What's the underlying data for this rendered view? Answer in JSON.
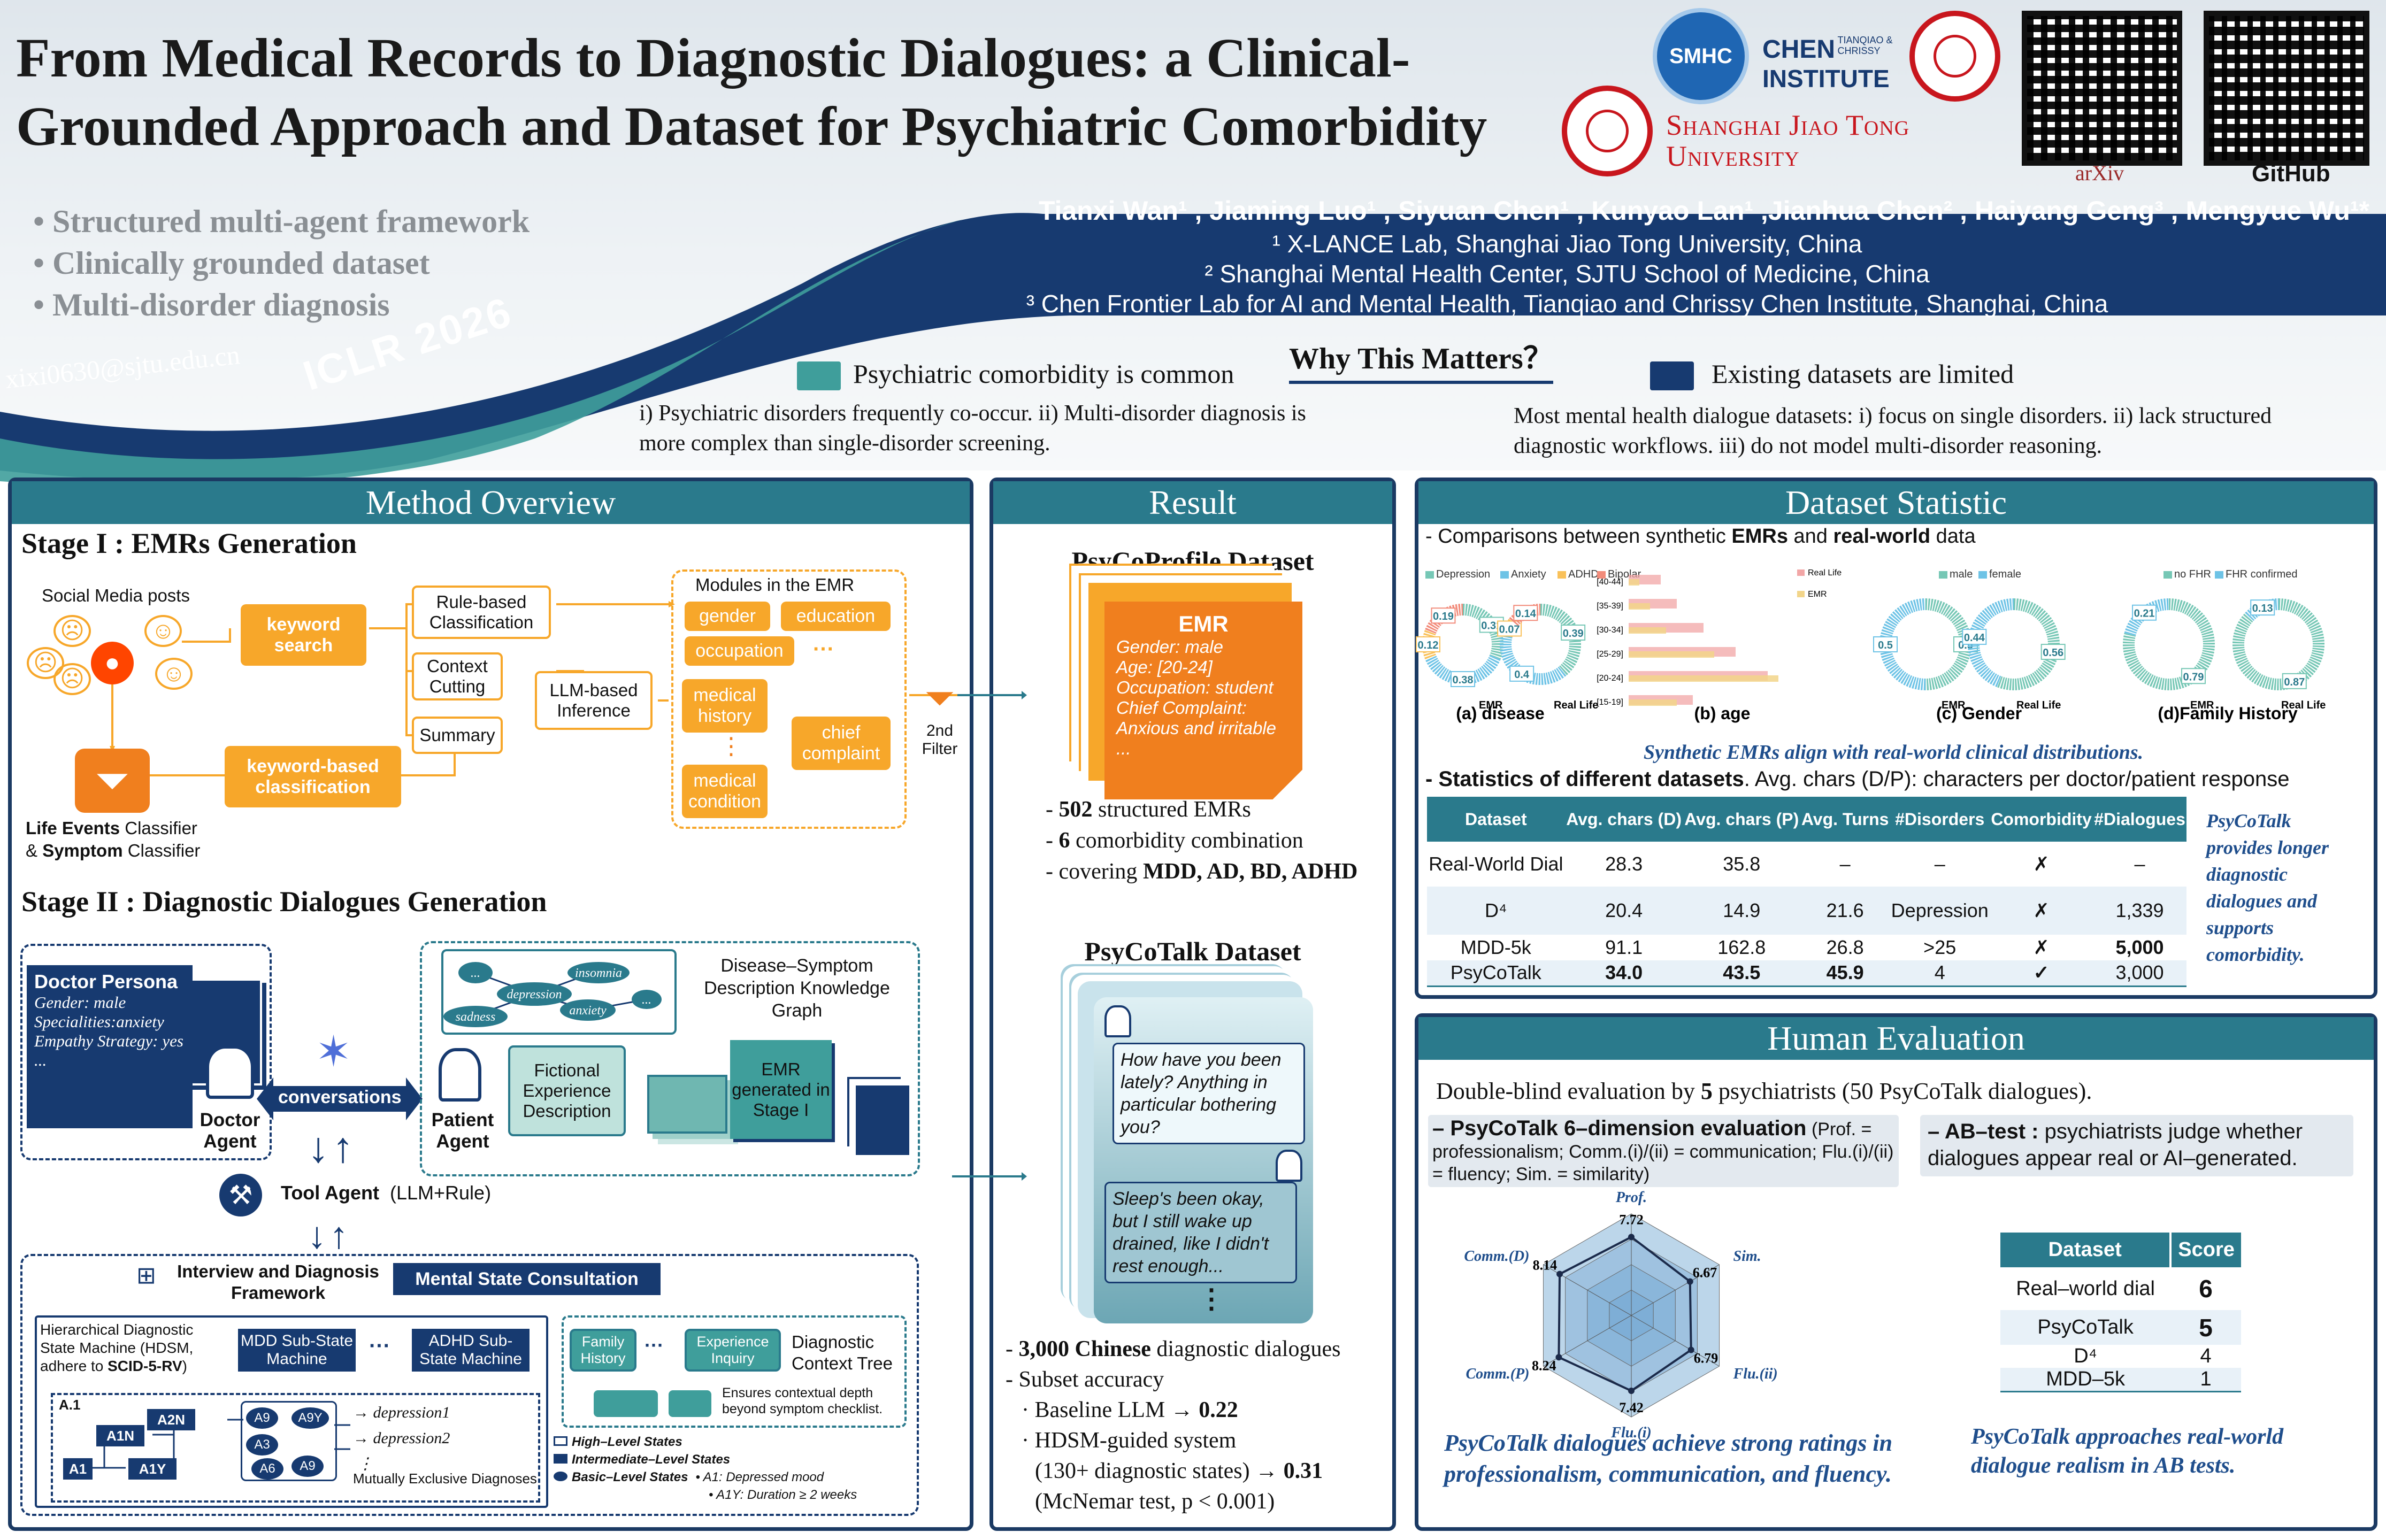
{
  "title": {
    "line1": "From Medical Records to Diagnostic Dialogues: a Clinical-",
    "line2": "Grounded Approach and Dataset for Psychiatric Comorbidity"
  },
  "highlights": [
    "• Structured multi-agent framework",
    "• Clinically grounded dataset",
    "• Multi-disorder diagnosis"
  ],
  "email": "xixi0630@sjtu.edu.cn",
  "venue": "ICLR 2026",
  "logos": {
    "shmc": "SMHC",
    "chen1": "CHEN",
    "chen2": "TIANQIAO & CHRISSY",
    "chen3": "INSTITUTE",
    "sjtu1": "Shanghai Jiao Tong",
    "sjtu2": "University",
    "arxiv": "arXiv",
    "github": "GitHub"
  },
  "authors": "Tianxi Wan¹ , Jiaming Luo¹ , Siyuan Chen¹ ,  Kunyao Lan¹ ,Jianhua Chen² , Haiyang Geng³ , Mengyue Wu¹*",
  "affiliations": [
    "¹ X-LANCE Lab, Shanghai Jiao Tong University, China",
    "² Shanghai Mental Health Center, SJTU School of Medicine, China",
    "³ Chen Frontier Lab for AI and Mental Health, Tianqiao and Chrissy Chen Institute, Shanghai, China"
  ],
  "why": {
    "title": "Why This Matters？",
    "left_label": "Psychiatric comorbidity is common",
    "left_text": "i) Psychiatric disorders frequently co-occur.  ii) Multi-disorder diagnosis is more complex than single-disorder screening.",
    "right_label": "Existing datasets are limited",
    "right_text": "Most mental health dialogue datasets: i) focus on single disorders. ii) lack structured diagnostic workflows. iii) do not model multi-disorder reasoning.",
    "teal": "#3f9e9b",
    "navy": "#173a70"
  },
  "method": {
    "header": "Method Overview",
    "stage1": "Stage I : EMRs Generation",
    "social": "Social Media posts",
    "keyword_search": "keyword search",
    "rule": "Rule-based Classification",
    "context": "Context Cutting",
    "summary": "Summary",
    "llm": "LLM-based Inference",
    "kw_class": "keyword-based classification",
    "classifier_a": "Life Events",
    "classifier_b": " Classifier",
    "classifier_c": "& ",
    "classifier_d": "Symptom",
    "classifier_e": " Classifier",
    "modules_title": "Modules in the EMR",
    "gender": "gender",
    "education": "education",
    "occupation": "occupation",
    "dots": "···",
    "med_hist": "medical history",
    "vdots": "⋮",
    "med_cond": "medical condition",
    "chief": "chief complaint",
    "filter": "2nd Filter",
    "stage2": "Stage II : Diagnostic Dialogues Generation",
    "persona_title": "Doctor Persona",
    "persona_lines": [
      "Gender: male",
      "Specialities:anxiety",
      "Empathy Strategy: yes",
      "..."
    ],
    "conversations": "conversations",
    "doctor": "Doctor Agent",
    "patient": "Patient Agent",
    "kg_title": "Disease–Symptom Description Knowledge Graph",
    "kg_nodes": [
      "insomnia",
      "depression",
      "anxiety",
      "sadness",
      "...",
      "..."
    ],
    "fictional": "Fictional Experience Description",
    "emr_gen": "EMR generated in Stage I",
    "tool": "Tool Agent",
    "tool_sub": "(LLM+Rule)",
    "framework": "Interview and Diagnosis Framework",
    "msc": "Mental State Consultation",
    "hdsm_a": "Hierarchical Diagnostic State Machine (HDSM, adhere to ",
    "hdsm_b": "SCID-5-RV",
    "hdsm_c": ")",
    "mdd": "MDD Sub-State Machine",
    "adhd": "ADHD Sub-State Machine",
    "family": "Family History",
    "exp": "Experience Inquiry",
    "dct": "Diagnostic Context Tree",
    "ensures": "Ensures contextual depth beyond symptom checklist.",
    "a1_label": "A.1",
    "nodes": [
      "A1",
      "A1N",
      "A1Y",
      "A2N",
      "A9",
      "A9Y",
      "A3",
      "A6",
      "A9"
    ],
    "dep1": "depression1",
    "dep2": "depression2",
    "mutex": "Mutually Exclusive Diagnoses",
    "legend": [
      "High–Level States",
      "Intermediate–Level States",
      "Basic–Level States"
    ],
    "notes": [
      "• A1: Depressed mood",
      "• A1Y: Duration ≥ 2 weeks"
    ]
  },
  "result": {
    "header": "Result",
    "profile_title": "PsyCoProfile Dataset",
    "emr_title": "EMR",
    "emr_lines": [
      "Gender: male",
      "Age: [20-24]",
      "Occupation: student",
      "Chief Complaint:",
      "Anxious and irritable",
      "..."
    ],
    "b1a": "- ",
    "b1b": "502",
    "b1c": " structured EMRs",
    "b2a": "- ",
    "b2b": "6",
    "b2c": " comorbidity combination",
    "b3a": "- covering ",
    "b3b": "MDD, AD, BD, ADHD",
    "talk_title": "PsyCoTalk Dataset",
    "bubble1": "How have you been lately? Anything in particular bothering you?",
    "bubble2": "Sleep's been okay, but I still wake up drained, like I didn't rest enough...",
    "d1a": "- ",
    "d1b": "3,000 Chinese",
    "d1c": " diagnostic dialogues",
    "d2": "- Subset accuracy",
    "d3a": "· Baseline LLM → ",
    "d3b": "0.22",
    "d4": "· HDSM-guided system",
    "d5a": "(130+ diagnostic states) → ",
    "d5b": "0.31",
    "d6": "(McNemar test, p < 0.001)"
  },
  "stats": {
    "header": "Dataset Statistic",
    "comp_a": "- Comparisons between synthetic ",
    "comp_b": "EMRs",
    "comp_c": " and ",
    "comp_d": "real-world",
    "comp_e": " data",
    "align": "Synthetic EMRs align with real-world clinical distributions.",
    "statline_a": "- Statistics of different datasets",
    "statline_b": ". Avg. chars (D/P): characters per doctor/patient response",
    "table_header": [
      "Dataset",
      "Avg. chars (D)",
      "Avg. chars (P)",
      "Avg. Turns",
      "#Disorders",
      "Comorbidity",
      "#Dialogues"
    ],
    "table_rows": [
      [
        "Real-World Dial",
        "28.3",
        "35.8",
        "–",
        "–",
        "✗",
        "–"
      ],
      [
        "D⁴",
        "20.4",
        "14.9",
        "21.6",
        "Depression",
        "✗",
        "1,339"
      ],
      [
        "MDD-5k",
        "91.1",
        "162.8",
        "26.8",
        ">25",
        "✗",
        "5,000"
      ],
      [
        "PsyCoTalk",
        "34.0",
        "43.5",
        "45.9",
        "4",
        "✓",
        "3,000"
      ]
    ],
    "side_note": "PsyCoTalk provides longer diagnostic dialogues and supports comorbidity.",
    "header_color": "#2a7a8c"
  },
  "human": {
    "header": "Human Evaluation",
    "intro_a": "Double-blind evaluation by ",
    "intro_b": "5",
    "intro_c": " psychiatrists (50 PsyCoTalk dialogues).",
    "six_title": "– PsyCoTalk 6–dimension evaluation",
    "six_desc": "(Prof. = professionalism; Comm.(i)/(ii) = communication; Flu.(i)/(ii) = fluency; Sim. = similarity)",
    "ab_title": "– AB–test :",
    "ab_desc": " psychiatrists judge whether dialogues appear real or AI–generated.",
    "radar_caption": "PsyCoTalk dialogues achieve strong ratings in professionalism, communication, and fluency.",
    "ab_table_header": [
      "Dataset",
      "Score"
    ],
    "ab_rows": [
      [
        "Real–world dial",
        "6"
      ],
      [
        "PsyCoTalk",
        "5"
      ],
      [
        "D⁴",
        "4"
      ],
      [
        "MDD–5k",
        "1"
      ]
    ],
    "ab_caption": "PsyCoTalk approaches real-world dialogue realism in AB tests."
  },
  "chart_data": [
    {
      "type": "pie",
      "title": "(a) disease",
      "legend": [
        "Depression",
        "Anxiety",
        "ADHD",
        "Bipolar"
      ],
      "colors": [
        "#76c7b5",
        "#6ec3e6",
        "#f9c15a",
        "#f28b7a"
      ],
      "subcharts": [
        {
          "name": "EMR",
          "values": [
            0.31,
            0.38,
            0.12,
            0.19
          ],
          "labels": [
            "0.31",
            "0.38",
            "0.12",
            "0.19"
          ]
        },
        {
          "name": "Real Life",
          "values": [
            0.39,
            0.4,
            0.07,
            0.14
          ],
          "labels": [
            "0.39",
            "0.4",
            "0.07",
            "0.14"
          ]
        }
      ]
    },
    {
      "type": "bar",
      "title": "(b) age",
      "categories": [
        "[40-44]",
        "[35-39]",
        "[30-34]",
        "[25-29]",
        "[20-24]",
        "[15-19]"
      ],
      "legend": [
        "Real Life",
        "EMR"
      ],
      "colors": [
        "#f2a6a6",
        "#f2d58a"
      ]
    },
    {
      "type": "pie",
      "title": "(c) Gender",
      "legend": [
        "male",
        "female"
      ],
      "colors": [
        "#76c7b5",
        "#6ec3e6"
      ],
      "subcharts": [
        {
          "name": "EMR",
          "values": [
            0.5,
            0.5
          ],
          "labels": [
            "0.5",
            "0.5"
          ]
        },
        {
          "name": "Real Life",
          "values": [
            0.56,
            0.44
          ],
          "labels": [
            "0.56",
            "0.44"
          ]
        }
      ]
    },
    {
      "type": "pie",
      "title": "(d)Family History",
      "legend": [
        "no FHR",
        "FHR confirmed"
      ],
      "colors": [
        "#76c7b5",
        "#6ec3e6"
      ],
      "subcharts": [
        {
          "name": "EMR",
          "values": [
            0.79,
            0.21
          ],
          "labels": [
            "0.79",
            "0.21"
          ]
        },
        {
          "name": "Real Life",
          "values": [
            0.87,
            0.13
          ],
          "labels": [
            "0.87",
            "0.13"
          ]
        }
      ]
    },
    {
      "type": "radar",
      "categories": [
        "Prof.",
        "Sim.",
        "Flu.(ii)",
        "Flu.(i)",
        "Comm.(P)",
        "Comm.(D)"
      ],
      "values": [
        7.72,
        6.67,
        6.79,
        7.42,
        8.24,
        8.14
      ],
      "labels": [
        "7.72",
        "6.67",
        "6.79",
        "7.42",
        "8.24",
        "8.14"
      ]
    }
  ]
}
